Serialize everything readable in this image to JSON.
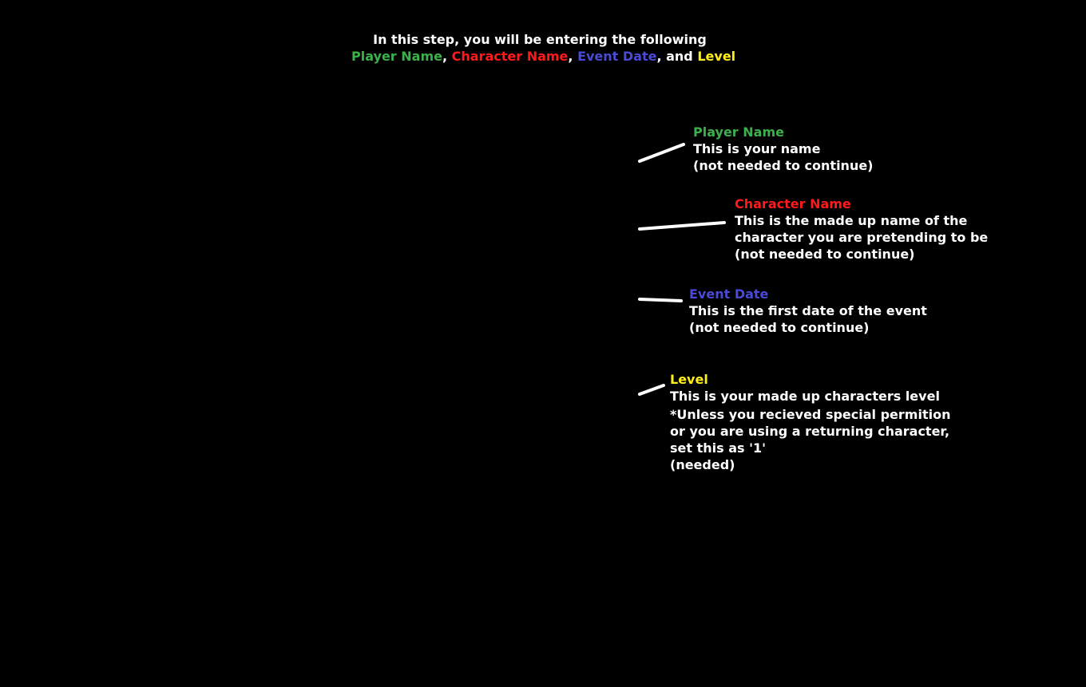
{
  "header": {
    "line1": "In this step, you will be entering the following",
    "player_name": "Player Name",
    "comma1": ",",
    "character_name": "Character Name",
    "comma2": ",",
    "event_date": "Event Date",
    "and_text": ", and",
    "level": "Level"
  },
  "colors": {
    "player_name": "#3cb04a",
    "character_name": "#ff1a1a",
    "event_date": "#4a4ad6",
    "level": "#ffee1a",
    "text": "#ffffff",
    "background": "#000000"
  },
  "notes": {
    "player": {
      "title": "Player Name",
      "lines": [
        "This is your name",
        "(not needed to continue)"
      ]
    },
    "character": {
      "title": "Character Name",
      "lines": [
        "This is the made up name of the",
        "character you are pretending to be",
        "(not needed to continue)"
      ]
    },
    "event": {
      "title": "Event Date",
      "lines": [
        "This is the first date of the event",
        "(not needed to continue)"
      ]
    },
    "level": {
      "title": "Level",
      "lines": [
        "This is your made up characters level",
        "*Unless you recieved special permition",
        "or you are using a returning character,",
        "set this as '1'",
        "(needed)"
      ]
    }
  }
}
